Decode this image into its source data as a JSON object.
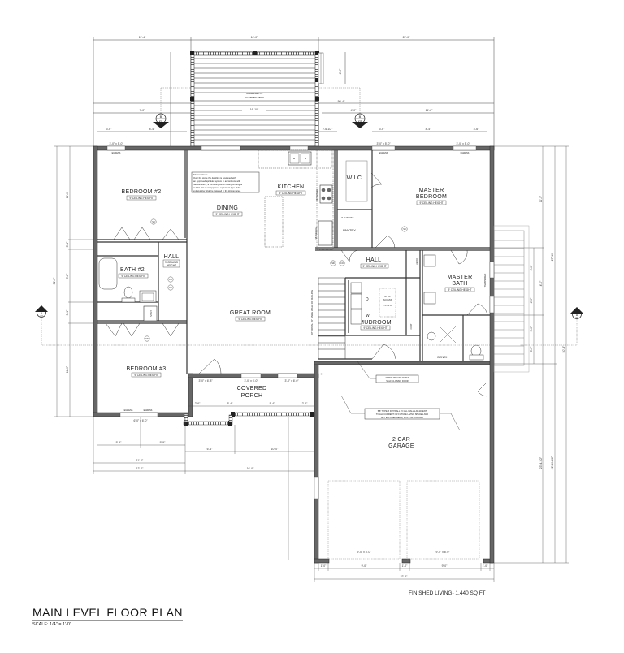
{
  "title": "MAIN LEVEL FLOOR PLAN",
  "scale": "SCALE: 1/4\" = 1'-0\"",
  "finished_living": "FINISHED LIVING- 1,440 SQ FT",
  "rooms": {
    "screened_deck": {
      "name1": "SCREENED IN",
      "name2": "COVERED DECK"
    },
    "bedroom2": {
      "name": "BEDROOM #2",
      "ceiling": "9' CEILING HEIGHT"
    },
    "dining": {
      "name": "DINING",
      "ceiling": "9' CEILING HEIGHT"
    },
    "kitchen": {
      "name": "KITCHEN",
      "ceiling": "9' CEILING HEIGHT"
    },
    "wic": {
      "name": "W.I.C."
    },
    "master_bedroom": {
      "name1": "MASTER",
      "name2": "BEDROOM",
      "ceiling": "9' CEILING HEIGHT"
    },
    "pantry": {
      "name": "PANTRY",
      "shelves": "5 SHELVES"
    },
    "hall_left": {
      "name": "HALL",
      "ceiling1": "9' CEILING",
      "ceiling2": "HEIGHT"
    },
    "hall_right": {
      "name": "HALL",
      "ceiling": "9' CEILING HEIGHT"
    },
    "bath2": {
      "name": "BATH #2",
      "ceiling": "9' CEILING HEIGHT"
    },
    "linen": {
      "name": "LINEN"
    },
    "great_room": {
      "name": "GREAT ROOM",
      "ceiling": "9' CEILING HEIGHT"
    },
    "master_bath": {
      "name1": "MASTER",
      "name2": "BATH",
      "ceiling": "9' CEILING HEIGHT"
    },
    "mudroom": {
      "name": "MUDROOM",
      "ceiling": "9' CEILING HEIGHT"
    },
    "bedroom3": {
      "name": "BEDROOM #3",
      "ceiling": "9' CEILING HEIGHT"
    },
    "covered_porch": {
      "name1": "COVERED",
      "name2": "PORCH"
    },
    "garage": {
      "name1": "2 CAR",
      "name2": "GARAGE"
    },
    "bench": {
      "name": "BENCH"
    },
    "coat": {
      "name": "COAT"
    },
    "attic": {
      "name1": "ATTIC",
      "name2": "ACCESS",
      "dim": "2'-0\"x2'-6\""
    }
  },
  "notes": {
    "kitchen_hood": [
      "Kitchen Hoods-",
      "Over the stove the dwelling is equipped with",
      "an approved sprinkler system in accordance with",
      "Section R313, a fire extinguisher having a rating of",
      "2-A:10-B:C or an approved equivalent type of fire",
      "extinguisher shall be installed in the kitchen area."
    ],
    "drywall": [
      "5/8\" TYPE X DRYWALL TO ALL WALLS ADJACENT",
      "TO ALL CURRENT OR FUTURE LIVING SPACES AND",
      "ANY EXPOSED BEAM, POST OR COLUMN."
    ],
    "fire_door": [
      "20 MINUTE FIRE RATED",
      "SELF CLOSING DOOR"
    ],
    "railing": "OPTIONAL 36\" KNEE WALL OR RAILING",
    "range": "30\" RANGE",
    "fridge": "36\" REFRIG.",
    "tempered": "TEMPERED",
    "egress": "EGRESS"
  },
  "dimensions": {
    "top_overall": [
      "11'-4\"",
      "16'-0\"",
      "22'-0\""
    ],
    "top_second": [
      "7'-0\"",
      "16'-10\"",
      "4'-0\"",
      "14'-6\""
    ],
    "top_third": [
      "3'-6\"",
      "8'-4\"",
      "4'-6\"",
      "5'-6\"",
      "2'-6-1/2\"",
      "3'-6\"",
      "8'-4\"",
      "3'-6\""
    ],
    "deck_depth": "50'-4\"",
    "deck_step": "4'-0\"",
    "left_vertical": [
      "11'-0\"",
      "3'-1\"",
      "5'-8\"",
      "3'-1\"",
      "11'-0\""
    ],
    "left_overall": "34'-0\"",
    "right_vertical": [
      "11'-0\"",
      "4'-0\"",
      "4'-0\"",
      "4'-0\"",
      "3'-0\"",
      "3'-0\"",
      "3'-0\""
    ],
    "right_overall": [
      "27'-10\"",
      "50'-8\"",
      "23'-4-1/2\"",
      "22'-10-1/2\""
    ],
    "bottom_left": [
      "5'-9\"",
      "5'-9\"",
      "11'-0\"",
      "12'-0\""
    ],
    "bottom_mid": [
      "6'-4\"",
      "10'-0\"",
      "16'-0\""
    ],
    "porch": [
      "2'-6\"",
      "5'-4\"",
      "5'-4\"",
      "2'-6\""
    ],
    "garage_bottom": [
      "1'-0\"",
      "9'-0\"",
      "1'-0\"",
      "9'-0\"",
      "1'-0\""
    ],
    "garage_overall": "22'-4\"",
    "garage_doors": [
      "9'-0\" x 8'-0\"",
      "9'-0\" x 8'-0\""
    ],
    "windows": {
      "top_left": "3'-0\" x 5'-0\"",
      "top_right1": "3'-0\" x 5'-0\"",
      "top_right2": "3'-0\" x 5'-0\"",
      "deck_door": "6'-0\" x 6'-8\"",
      "kitchen": "2'-6\" x 4'-0\"",
      "bedroom3": "6'-0\" x 6'-0\"",
      "porch1": "3'-0\" x 6'-8\"",
      "porch2": "3'-0\" x 6'-0\"",
      "porch3": "3'-0\" x 6'-0\"",
      "garage_side": "3'-0\" x 5'-0\""
    },
    "closet_bed2": "5'-0\" x 6'-8\"",
    "bed2_closet_depth": "7'-5-1/2\"",
    "hall_door": "2'-6\" x 6'-8\"",
    "hall_width": "3'-3\"",
    "linen_width": "5'-8\"",
    "bed3_closet": "4'-0\" x 6'-8\"",
    "mudroom_width": "5'-9\"",
    "master_bath_width": "8'-10-1/2\"",
    "shower": "3'-0\"",
    "wc": "3'-6\""
  },
  "sections": [
    {
      "id": "A",
      "sheet": "2.6",
      "position": "left"
    },
    {
      "id": "A",
      "sheet": "2.6",
      "position": "right"
    },
    {
      "id": "B",
      "sheet": "2.6",
      "position": "top-left"
    },
    {
      "id": "B",
      "sheet": "2.6",
      "position": "top-right"
    }
  ],
  "symbols": {
    "smoke_detector": "SD",
    "co_detector": "CO"
  }
}
